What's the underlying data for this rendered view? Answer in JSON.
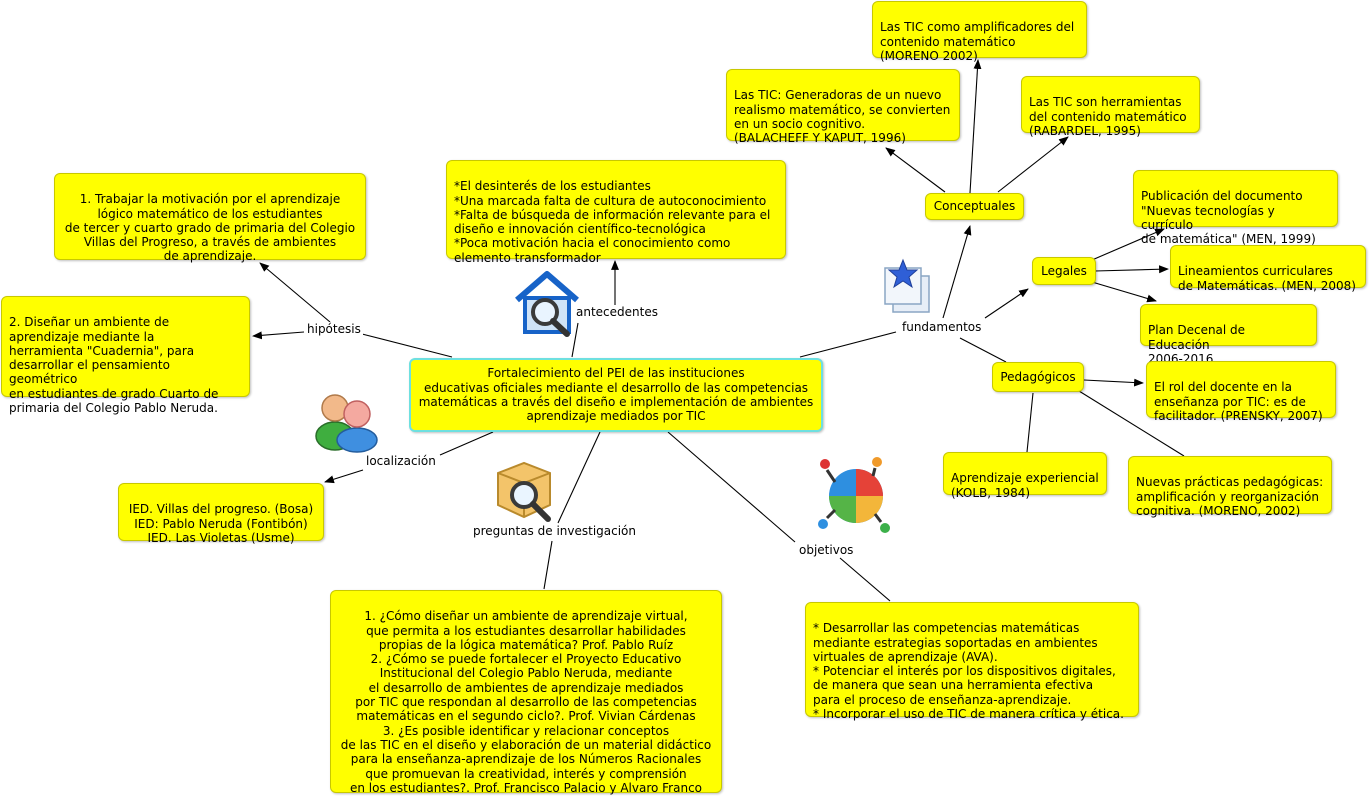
{
  "center": {
    "text": "Fortalecimiento del PEI de las instituciones\neducativas oficiales mediante el desarrollo de las competencias\nmatemáticas a través del diseño e implementación de ambientes\naprendizaje mediados por TIC"
  },
  "labels": {
    "hipotesis": "hipótesis",
    "antecedentes": "antecedentes",
    "fundamentos": "fundamentos",
    "localizacion": "localización",
    "preguntas": "preguntas de investigación",
    "objetivos": "objetivos"
  },
  "hipotesis": {
    "h1": "1. Trabajar la motivación por el aprendizaje\nlógico matemático de los estudiantes\nde tercer y cuarto grado de primaria del Colegio\nVillas del Progreso, a través de ambientes\nde aprendizaje.",
    "h2": "2. Diseñar un ambiente de\naprendizaje mediante la\nherramienta \"Cuadernia\", para\ndesarrollar el pensamiento geométrico\nen estudiantes de grado Cuarto de\nprimaria del Colegio Pablo Neruda."
  },
  "antecedentes": {
    "text": "*El desinterés de los estudiantes\n*Una marcada falta de cultura de autoconocimiento\n*Falta de búsqueda de información relevante para el\n   diseño e innovación científico-tecnológica\n*Poca motivación hacia el conocimiento como\n   elemento transformador"
  },
  "localizacion": {
    "text": "IED. Villas del progreso. (Bosa)\nIED: Pablo Neruda (Fontibón)\nIED. Las Violetas (Usme)"
  },
  "preguntas": {
    "text": "1. ¿Cómo diseñar un ambiente de aprendizaje virtual,\nque permita a los estudiantes  desarrollar habilidades\npropias de la lógica matemática? Prof. Pablo Ruíz\n2. ¿Cómo se puede fortalecer el Proyecto Educativo\nInstitucional del Colegio Pablo Neruda, mediante\nel desarrollo de ambientes de aprendizaje mediados\npor TIC que respondan al desarrollo de las competencias\nmatemáticas en el segundo ciclo?. Prof. Vivian Cárdenas\n3. ¿Es posible identificar y relacionar conceptos\nde las TIC en el diseño y elaboración de un material didáctico\npara la enseñanza-aprendizaje de los Números Racionales\nque promuevan la creatividad, interés y comprensión\nen los estudiantes?. Prof. Francisco Palacio y Alvaro Franco"
  },
  "objetivos": {
    "text": "* Desarrollar las competencias matemáticas\n mediante estrategias soportadas en ambientes\nvirtuales de aprendizaje (AVA).\n* Potenciar el interés por los dispositivos digitales,\nde manera que sean una herramienta efectiva\npara el proceso de enseñanza-aprendizaje.\n* Incorporar el uso de TIC de manera crítica y ética."
  },
  "fundamentos": {
    "conceptuales": {
      "label": "Conceptuales",
      "c1": "Las TIC como amplificadores del\ncontenido matemático\n(MORENO 2002)",
      "c2": "Las TIC: Generadoras de un nuevo\nrealismo matemático, se convierten\nen un socio cognitivo.\n(BALACHEFF Y KAPUT, 1996)",
      "c3": "Las TIC son herramientas\ndel contenido matemático\n(RABARDEL, 1995)"
    },
    "legales": {
      "label": "Legales",
      "l1": "Publicación del documento\n\"Nuevas tecnologías y currículo\nde matemática\" (MEN, 1999)",
      "l2": "Lineamientos curriculares\nde Matemáticas. (MEN, 2008)",
      "l3": "Plan Decenal de Educación\n2006-2016"
    },
    "pedagogicos": {
      "label": "Pedagógicos",
      "p1": "El rol del docente en la\nenseñanza por TIC: es de\nfacilitador. (PRENSKY, 2007)",
      "p2": "Aprendizaje experiencial\n(KOLB, 1984)",
      "p3": "Nuevas prácticas pedagógicas:\namplificación y reorganización\ncognitiva. (MORENO, 2002)"
    }
  },
  "colors": {
    "node_fill": "#ffff00",
    "center_border": "#6ee0e0",
    "line": "#000000"
  }
}
